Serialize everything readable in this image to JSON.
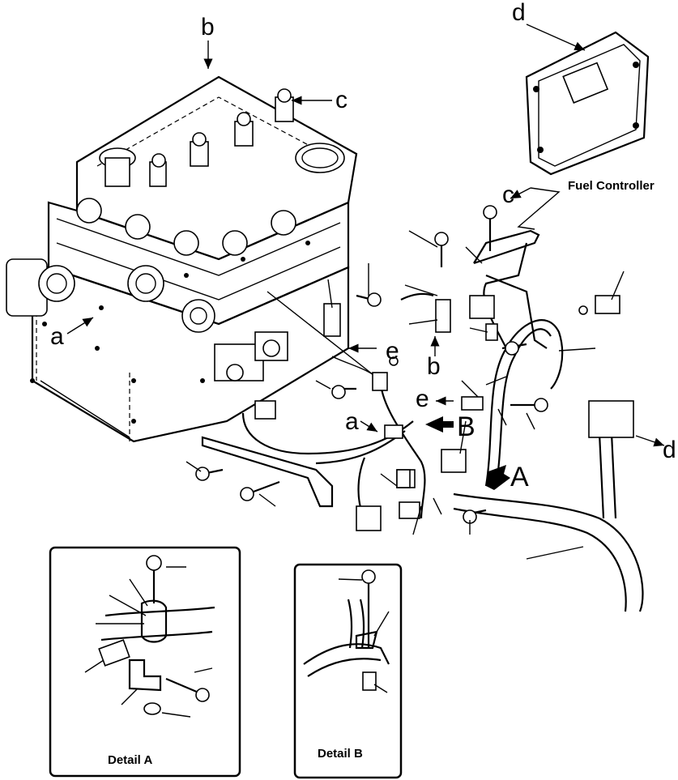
{
  "callouts": {
    "a": "a",
    "b": "b",
    "c": "c",
    "d": "d",
    "e": "e",
    "A": "A",
    "B": "B"
  },
  "captions": {
    "fuel_controller": "Fuel Controller",
    "detail_a": "Detail A",
    "detail_b": "Detail B"
  }
}
